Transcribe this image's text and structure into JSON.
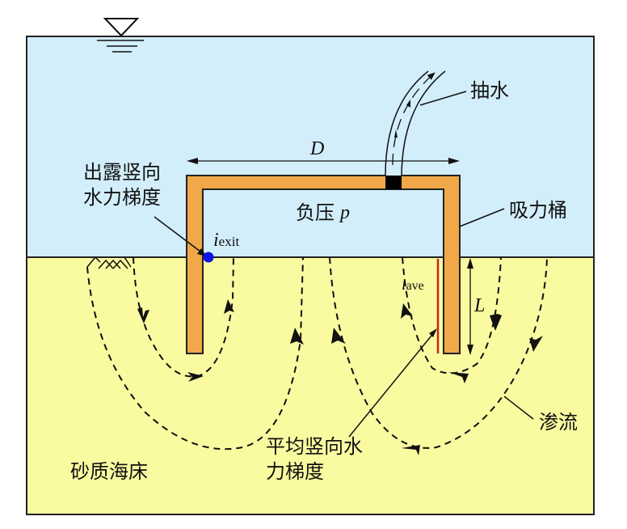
{
  "title": "吸力桶渗流示意图",
  "colors": {
    "water": "#d2eefa",
    "seabed": "#fafaa0",
    "bucket": "#f0a848",
    "outline": "#222222",
    "exit_point": "#0a14e6",
    "side_gradient_line": "#c0281e",
    "pump_cap": "#000000"
  },
  "labels": {
    "pump": "抽水",
    "diameter_symbol": "D",
    "negative_pressure": "负压",
    "pressure_symbol": "p",
    "bucket": "吸力桶",
    "exit_gradient_line1": "出露竖向",
    "exit_gradient_line2": "水力梯度",
    "i_exit_main": "i",
    "i_exit_sub": "exit",
    "i_ave_main": "i",
    "i_ave_sub": "ave",
    "length_symbol": "L",
    "seepage": "渗流",
    "avg_gradient_line1": "平均竖向水",
    "avg_gradient_line2": "力梯度",
    "seabed": "砂质海床"
  }
}
